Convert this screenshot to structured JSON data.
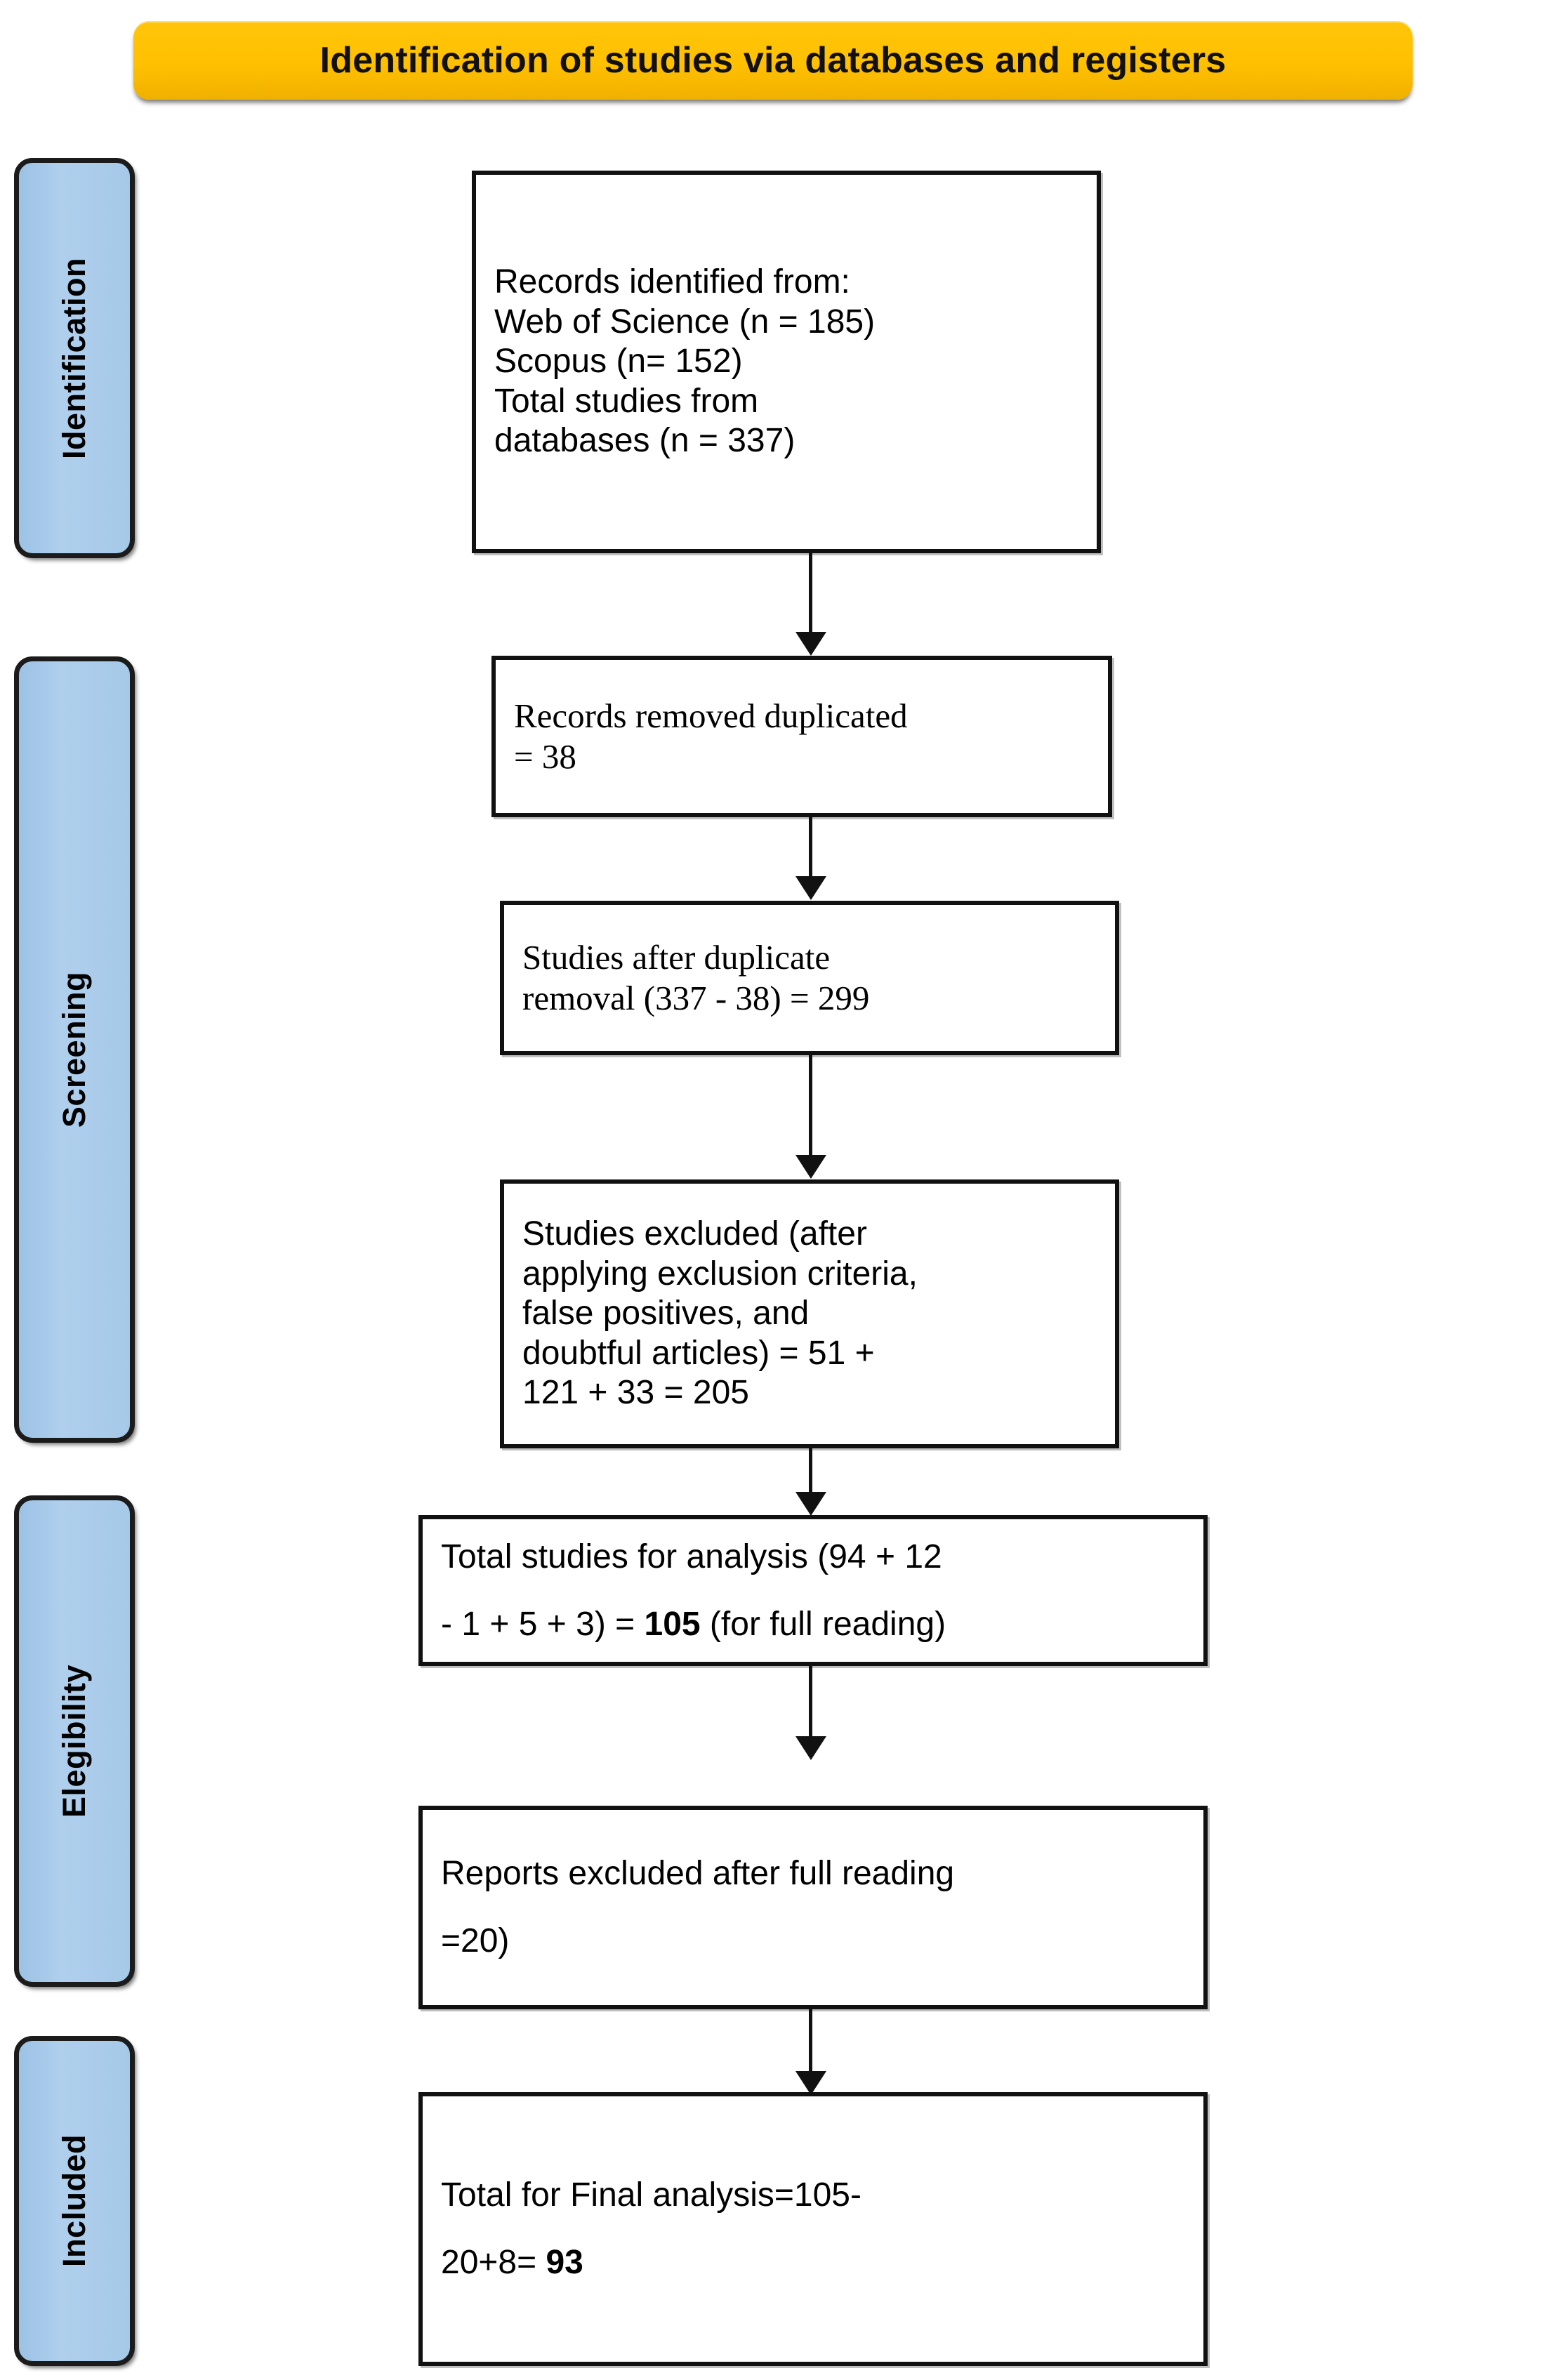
{
  "banner": {
    "title": "Identification of studies via databases and registers",
    "bg_color": "#FFC000"
  },
  "stages": [
    {
      "label": "Identification",
      "color": "#A6C9E8"
    },
    {
      "label": "Screening",
      "color": "#A6C9E8"
    },
    {
      "label": "Elegibility",
      "color": "#A6C9E8"
    },
    {
      "label": "Included",
      "color": "#A6C9E8"
    }
  ],
  "boxes": {
    "identified": {
      "l1": "Records identified from:",
      "l2": "Web of Science (n = 185)",
      "l3": "Scopus (n= 152)",
      "l4": "Total studies from",
      "l5": "databases (n = 337)"
    },
    "duplicates_removed": {
      "l1": "Records removed duplicated",
      "l2": "= 38"
    },
    "after_duplicates": {
      "l1": "Studies after duplicate",
      "l2": "removal (337 - 38) = 299"
    },
    "excluded_screening": {
      "l1": "Studies excluded (after",
      "l2": "applying exclusion criteria,",
      "l3": "false positives, and",
      "l4": "doubtful articles) = 51 +",
      "l5": "121 + 33 = 205"
    },
    "for_analysis": {
      "l1": "Total studies for analysis (94 + 12",
      "l2a": "- 1 + 5 + 3) = ",
      "l2b": "105",
      "l2c": " (for full reading)"
    },
    "excluded_full_reading": {
      "l1": "Reports excluded after full reading",
      "l2": "=20)"
    },
    "final": {
      "l1": "Total for Final analysis=105-",
      "l2a": "20+8= ",
      "l2b": "93"
    }
  },
  "flow_data": {
    "type": "prisma-flow",
    "records_web_of_science": 185,
    "records_scopus": 152,
    "records_total_databases": 337,
    "duplicates_removed": 38,
    "after_duplicate_removal": 299,
    "excluded_screening_parts": [
      51,
      121,
      33
    ],
    "excluded_screening_total": 205,
    "analysis_parts": [
      94,
      12,
      -1,
      5,
      3
    ],
    "studies_for_full_reading": 105,
    "excluded_after_full_reading": 20,
    "added_back": 8,
    "final_included": 93
  }
}
